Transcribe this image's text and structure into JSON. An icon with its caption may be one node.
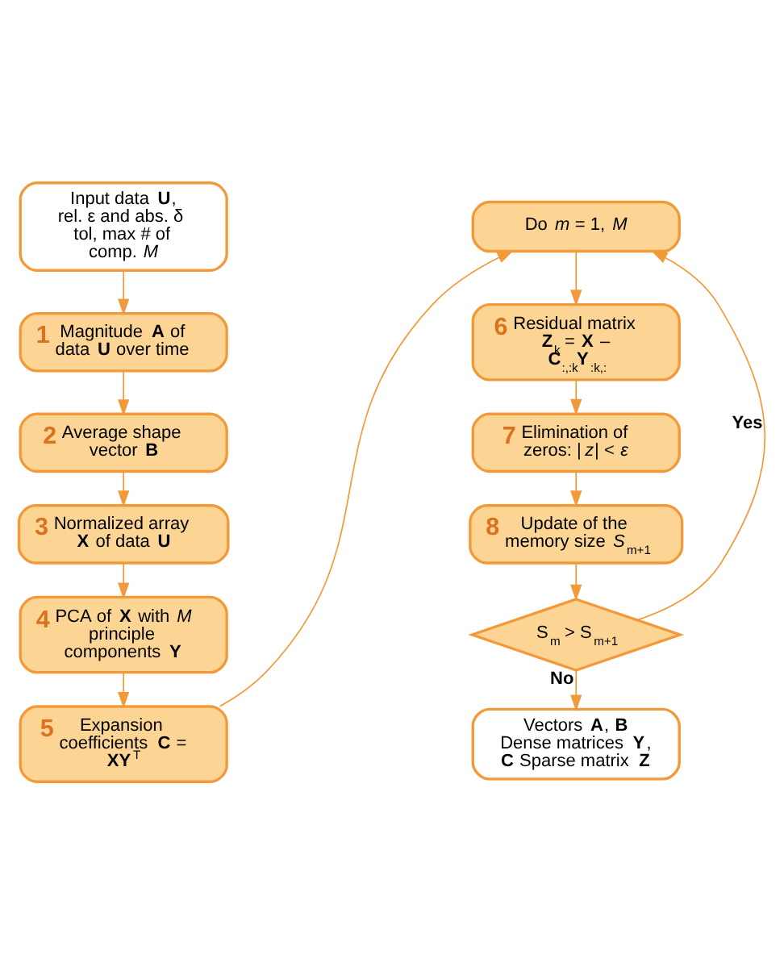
{
  "diagram": {
    "nodes": [
      {
        "text": [
          "Input data **U**, rel. ε and abs. δ tol, max # of comp. *M*"
        ]
      },
      {
        "text": [
          "1",
          "Magnitude **A** of data **U** over time"
        ]
      },
      {
        "text": [
          "2",
          "Average shape vector **B**"
        ]
      },
      {
        "text": [
          "3",
          "Normalized array **X** of data **U**"
        ]
      },
      {
        "text": [
          "4",
          "PCA of **X** with *M* principle components **Y**"
        ]
      },
      {
        "text": [
          "5",
          "Expansion coefficients **C** = **XY**$^{T}$"
        ]
      },
      {
        "text": [
          "Do *m* = 1, *M*"
        ]
      },
      {
        "text": [
          "6",
          "Residual matrix **Z**$_{k}$ = **X** – **C**$_{:,:k}$**Y**$_{:k,:}$"
        ]
      },
      {
        "text": [
          "7",
          "Elimination of zeros: |*z*| < *ε*"
        ]
      },
      {
        "text": [
          "8",
          "Update of the memory size *S*$_{m+1}$"
        ]
      },
      {
        "text": [
          "S$_{m}$ > S$_{m+1}$"
        ]
      },
      {
        "text": [
          "Vectors **A**, **B** Dense matrices **Y**, **C** Sparse matrix **Z**"
        ]
      }
    ],
    "edges": [
      {
        "from": 0,
        "to": 1,
        "arrow": "to"
      },
      {
        "from": 1,
        "to": 2,
        "arrow": "to"
      },
      {
        "from": 2,
        "to": 3,
        "arrow": "to"
      },
      {
        "from": 3,
        "to": 4,
        "arrow": "to"
      },
      {
        "from": 4,
        "to": 5,
        "arrow": "to"
      },
      {
        "from": 5,
        "to": 6,
        "arrow": "to"
      },
      {
        "from": 6,
        "to": 7,
        "arrow": "to"
      },
      {
        "from": 7,
        "to": 8,
        "arrow": "to"
      },
      {
        "from": 8,
        "to": 9,
        "arrow": "to"
      },
      {
        "from": 9,
        "to": 10,
        "arrow": "to"
      },
      {
        "from": 10,
        "to": 6,
        "arrow": "to",
        "label": "Yes"
      },
      {
        "from": 10,
        "to": 11,
        "arrow": "to",
        "label": "No"
      }
    ]
  }
}
